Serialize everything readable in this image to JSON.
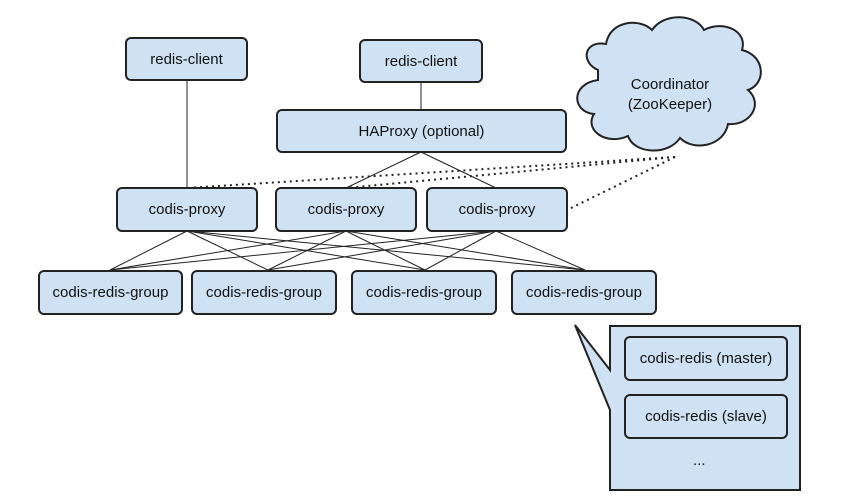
{
  "clients": {
    "left": "redis-client",
    "right": "redis-client"
  },
  "haproxy": {
    "label": "HAProxy (optional)"
  },
  "coordinator": {
    "line1": "Coordinator",
    "line2": "(ZooKeeper)"
  },
  "proxies": [
    "codis-proxy",
    "codis-proxy",
    "codis-proxy"
  ],
  "groups": [
    "codis-redis-group",
    "codis-redis-group",
    "codis-redis-group",
    "codis-redis-group"
  ],
  "group_detail": {
    "master": "codis-redis (master)",
    "slave": "codis-redis (slave)",
    "more": "..."
  },
  "colors": {
    "node_fill": "#cfe2f3",
    "stroke": "#222222",
    "background": "#ffffff"
  }
}
